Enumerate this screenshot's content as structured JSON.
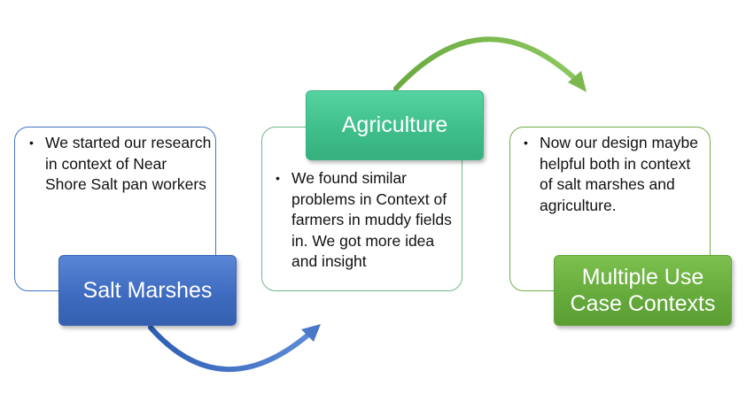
{
  "steps": [
    {
      "title": "Salt Marshes",
      "text": "We started our research in context of Near Shore Salt pan workers",
      "color": "#4472c4"
    },
    {
      "title": "Agriculture",
      "text": "We found similar problems in Context of farmers in muddy fields in. We got more idea and insight",
      "color": "#3fbf8c"
    },
    {
      "title_line1": "Multiple Use",
      "title_line2": "Case Contexts",
      "text": "Now our design maybe helpful both in context of salt marshes and agriculture.",
      "color": "#70ad47"
    }
  ],
  "bullet_glyph": "•",
  "arrow_colors": {
    "blue": "#4472c4",
    "green": "#70ad47"
  }
}
